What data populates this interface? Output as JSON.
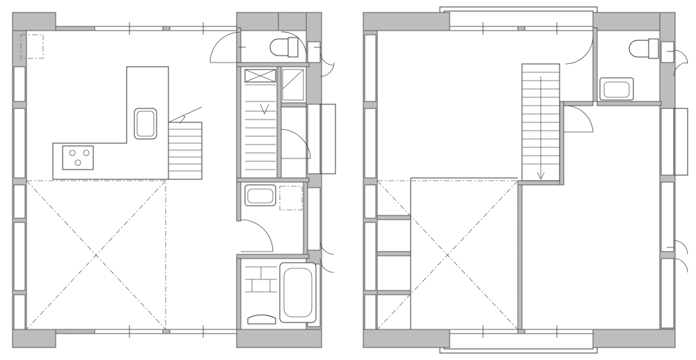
{
  "drawing": {
    "title": "",
    "floors": [
      {
        "id": "ground-floor",
        "rooms": [
          "kitchen",
          "ldk-space",
          "stair",
          "toilet",
          "storage",
          "washroom",
          "bathroom"
        ],
        "fixtures": [
          "kitchen-island",
          "sink",
          "stove",
          "toilet",
          "washbasin",
          "bathtub",
          "stairs"
        ]
      },
      {
        "id": "upper-floor",
        "rooms": [
          "open-hall",
          "stair",
          "toilet",
          "void",
          "room"
        ],
        "fixtures": [
          "toilet",
          "washbasin",
          "stairs",
          "balcony-top",
          "balcony-bottom"
        ]
      }
    ],
    "colors": {
      "wall": "#bdbdbd",
      "line": "#333333",
      "background": "#ffffff"
    }
  }
}
